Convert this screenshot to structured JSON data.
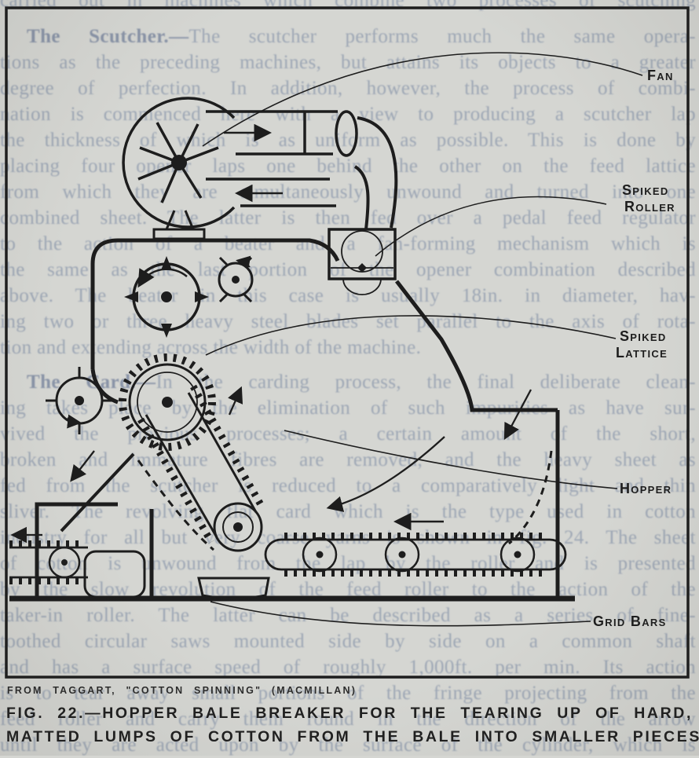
{
  "page": {
    "paper_color": "#d5d6d2",
    "ink_color": "#1d1d1d",
    "ghost_text_color": "#6c7c9c"
  },
  "figure": {
    "callouts": {
      "fan": "Fan",
      "spiked_roller_l1": "Spiked",
      "spiked_roller_l2": "Roller",
      "spiked_lattice_l1": "Spiked",
      "spiked_lattice_l2": "Lattice",
      "hopper": "Hopper",
      "grid_bars": "Grid Bars"
    }
  },
  "caption": {
    "attribution": "FROM TAGGART, \"COTTON SPINNING\" (MACMILLAN)",
    "line1": "FIG. 22.—HOPPER BALE BREAKER FOR THE TEARING UP OF HARD,",
    "line2": "MATTED LUMPS OF COTTON FROM THE BALE INTO SMALLER PIECES"
  },
  "ghost_text": {
    "lead_scutcher": "The Scutcher.—",
    "lead_card": "The Card.—",
    "lines": [
      "carried out in machines which combine two processes of scutching",
      "The scutcher performs much the same opera-",
      "tions as the preceding machines, but attains its objects to a greater",
      "degree of perfection.  In addition, however, the process of combi-",
      "nation is commenced here with a view to producing a scutcher lap",
      "the thickness of which is as uniform as possible.  This is done by",
      "placing four opener laps one behind the other on the feed lattice",
      "from which they are simultaneously unwound and turned into one",
      "combined sheet.  The latter is then fed over a pedal feed regulator",
      "to the action of a beater and a fan-forming mechanism which is",
      "the same as the last portion of the opener combination described",
      "above.  The beater in this case is usually 18in. in diameter, hav-",
      "ing two or three heavy steel blades set parallel to the axis of rota-",
      "tion and extending across the width of the machine.",
      "In the carding process, the final deliberate clean-",
      "ing takes place by the elimination of such impurities as have sur-",
      "vived the previous processes; a certain amount of the short,",
      "broken and immature fibres are removed, and the heavy sheet as",
      "fed from the scutcher is reduced to a comparatively light and thin",
      "sliver.  The revolving flat card which is the type used in cotton",
      "industry for all but very coarse yarns is shown in fig. 24.  The sheet",
      "of cotton is unwound from the lap by the roller and is presented",
      "by the slow revolution of the feed roller to the action of the",
      "taker-in roller.  The latter can be described as a series of fine-",
      "toothed circular saws mounted side by side on a common shaft",
      "and has a surface speed of roughly 1,000ft. per min.  Its action",
      "is to tear away small portions of the fringe projecting from the",
      "feed roller and carry them round in the direction of the arrow",
      "until they are acted upon by the surface of the cylinder, which is"
    ]
  }
}
